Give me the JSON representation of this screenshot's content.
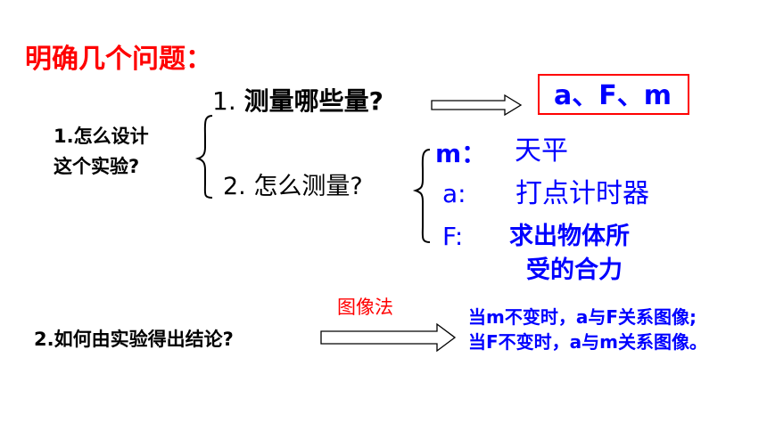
{
  "title": "明确几个问题：",
  "question1": {
    "line1": "1.怎么设计",
    "line2": "这个实验?",
    "sub1": {
      "num": "1. ",
      "text": "测量哪些量?"
    },
    "answer1": "a、F、m",
    "sub2": "2. 怎么测量?",
    "items": [
      {
        "label": "m：",
        "value": "天平"
      },
      {
        "label": "a:",
        "value": "打点计时器"
      },
      {
        "label": "F:",
        "value_line1": "求出物体所",
        "value_line2": "受的合力"
      }
    ]
  },
  "question2": {
    "text": "2.如何由实验得出结论?",
    "method": "图像法",
    "conclusions": [
      "当m不变时，a与F关系图像;",
      "当F不变时，a与m关系图像。"
    ]
  }
}
